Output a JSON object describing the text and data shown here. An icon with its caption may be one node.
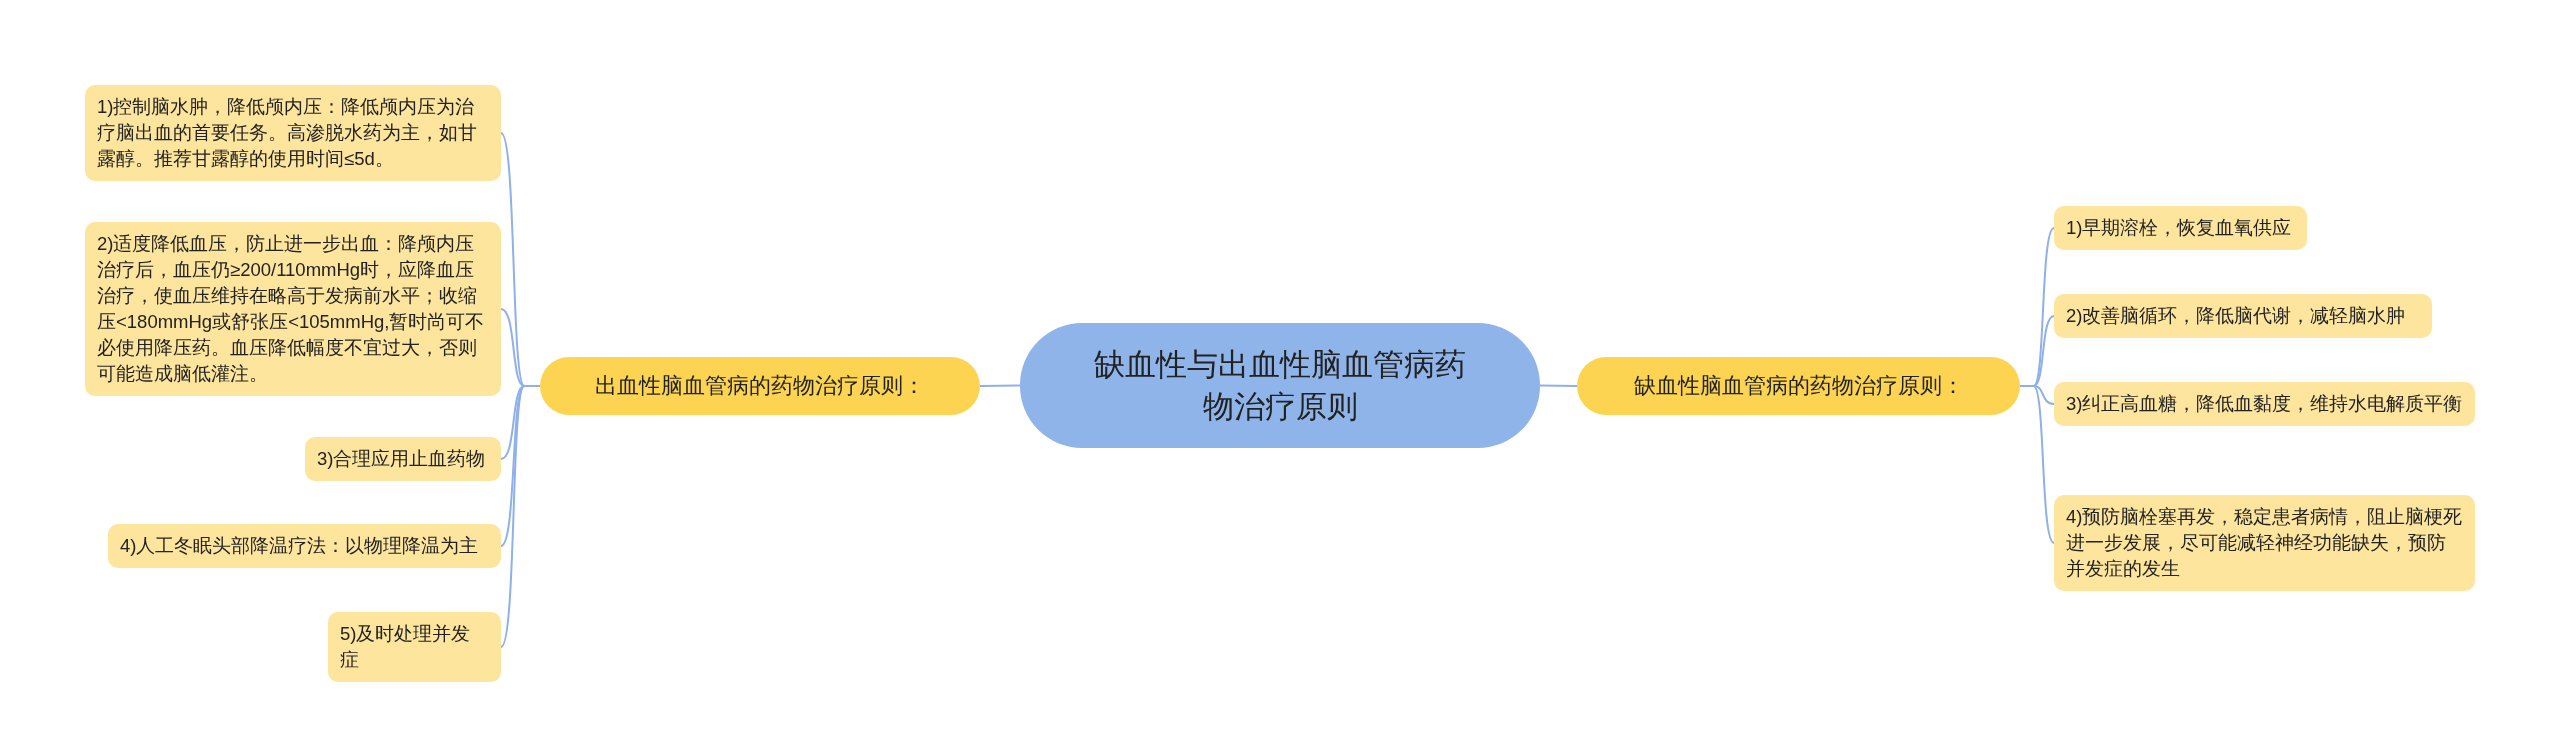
{
  "diagram": {
    "nodes": [
      {
        "text": [
          "缺血性与出血性脑血管病药物治疗原则"
        ]
      },
      {
        "text": [
          "出血性脑血管病的药物治疗原则："
        ]
      },
      {
        "text": [
          "1)控制脑水肿，降低颅内压：降低颅内压为治疗脑出血的首要任务。高渗脱水药为主，如甘露醇。推荐甘露醇的使用时间≤5d。"
        ]
      },
      {
        "text": [
          "2)适度降低血压，防止进一步出血：降颅内压治疗后，血压仍≥200/110mmHg时，应降血压治疗，使血压维持在略高于发病前水平；收缩压<180mmHg或舒张压<105mmHg,暂时尚可不必使用降压药。血压降低幅度不宜过大，否则可能造成脑低灌注。"
        ]
      },
      {
        "text": [
          "3)合理应用止血药物"
        ]
      },
      {
        "text": [
          "4)人工冬眠头部降温疗法：以物理降温为主"
        ]
      },
      {
        "text": [
          "5)及时处理并发症"
        ]
      },
      {
        "text": [
          "缺血性脑血管病的药物治疗原则："
        ]
      },
      {
        "text": [
          "1)早期溶栓，恢复血氧供应"
        ]
      },
      {
        "text": [
          "2)改善脑循环，降低脑代谢，减轻脑水肿"
        ]
      },
      {
        "text": [
          "3)纠正高血糖，降低血黏度，维持水电解质平衡"
        ]
      },
      {
        "text": [
          "4)预防脑栓塞再发，稳定患者病情，阻止脑梗死进一步发展，尽可能减轻神经功能缺失，预防并发症的发生"
        ]
      }
    ],
    "edges": [
      {
        "from": 0,
        "to": 1,
        "arrow": "none"
      },
      {
        "from": 1,
        "to": 2,
        "arrow": "none"
      },
      {
        "from": 1,
        "to": 3,
        "arrow": "none"
      },
      {
        "from": 1,
        "to": 4,
        "arrow": "none"
      },
      {
        "from": 1,
        "to": 5,
        "arrow": "none"
      },
      {
        "from": 1,
        "to": 6,
        "arrow": "none"
      },
      {
        "from": 0,
        "to": 7,
        "arrow": "none"
      },
      {
        "from": 7,
        "to": 8,
        "arrow": "none"
      },
      {
        "from": 7,
        "to": 9,
        "arrow": "none"
      },
      {
        "from": 7,
        "to": 10,
        "arrow": "none"
      },
      {
        "from": 7,
        "to": 11,
        "arrow": "none"
      }
    ]
  }
}
